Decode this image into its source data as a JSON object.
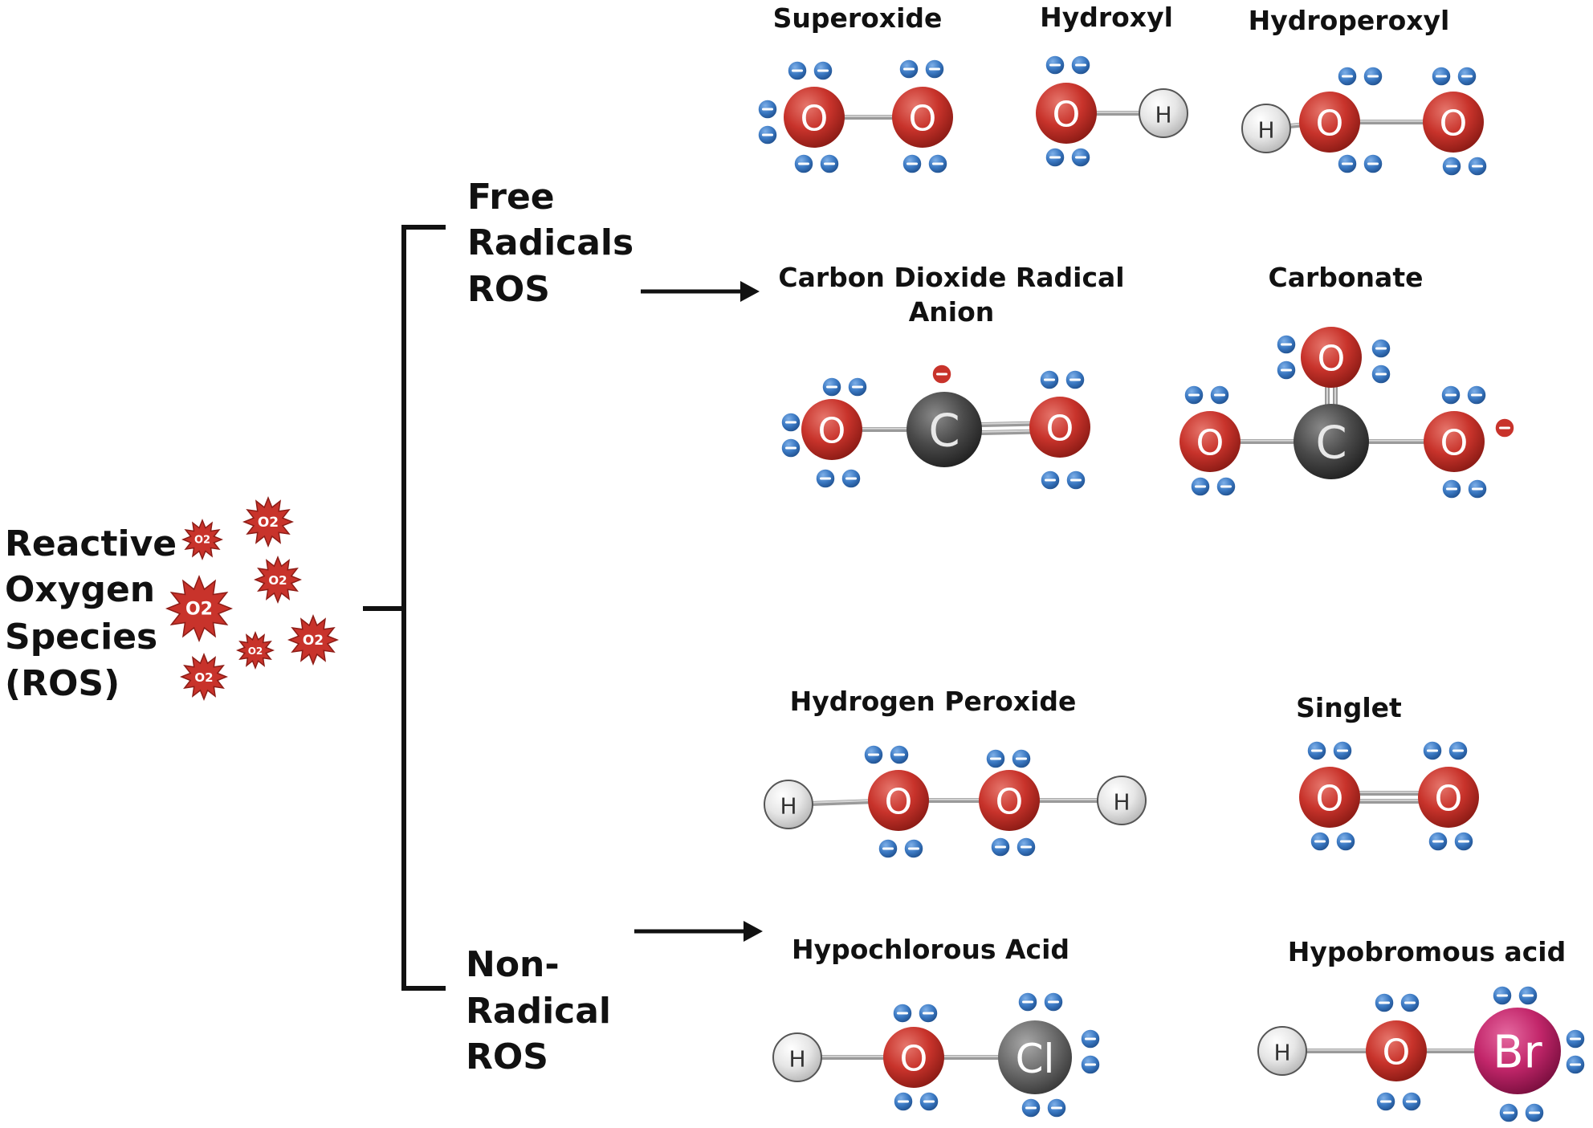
{
  "labels": {
    "ros": [
      "Reactive",
      "Oxygen",
      "Species",
      "(ROS)"
    ],
    "free_radicals": [
      "Free",
      "Radicals",
      "ROS"
    ],
    "non_radical": [
      "Non-",
      "Radical",
      "ROS"
    ]
  },
  "star_label": "O2",
  "colors": {
    "oxygen": "#c8332b",
    "carbon": "#4a4a4a",
    "hydrogen": "#e6e6e6",
    "chlorine": "#6d6d6d",
    "bromine": "#c2266a",
    "electron": "#3a78c2",
    "radical_electron": "#c8332b",
    "bond": "#9a9a9a",
    "line": "#111111",
    "star": "#c8332b"
  },
  "molecules": [
    {
      "name": "superoxide",
      "title": [
        "Superoxide"
      ],
      "atoms": [
        {
          "id": "a",
          "el": "O",
          "symbol": "O"
        },
        {
          "id": "b",
          "el": "O",
          "symbol": "O"
        }
      ]
    },
    {
      "name": "hydroxyl",
      "title": [
        "Hydroxyl"
      ],
      "atoms": [
        {
          "id": "a",
          "el": "O",
          "symbol": "O"
        },
        {
          "id": "b",
          "el": "H",
          "symbol": "H"
        }
      ]
    },
    {
      "name": "hydroperoxyl",
      "title": [
        "Hydroperoxyl"
      ],
      "atoms": [
        {
          "id": "a",
          "el": "H",
          "symbol": "H"
        },
        {
          "id": "b",
          "el": "O",
          "symbol": "O"
        },
        {
          "id": "c",
          "el": "O",
          "symbol": "O"
        }
      ]
    },
    {
      "name": "carbon-dioxide-radical-anion",
      "title": [
        "Carbon Dioxide Radical",
        "Anion"
      ],
      "atoms": [
        {
          "id": "a",
          "el": "O",
          "symbol": "O"
        },
        {
          "id": "b",
          "el": "C",
          "symbol": "C"
        },
        {
          "id": "c",
          "el": "O",
          "symbol": "O"
        }
      ]
    },
    {
      "name": "carbonate",
      "title": [
        "Carbonate"
      ],
      "atoms": [
        {
          "id": "a",
          "el": "O",
          "symbol": "O"
        },
        {
          "id": "b",
          "el": "C",
          "symbol": "C"
        },
        {
          "id": "c",
          "el": "O",
          "symbol": "O"
        },
        {
          "id": "d",
          "el": "O",
          "symbol": "O"
        }
      ]
    },
    {
      "name": "hydrogen-peroxide",
      "title": [
        "Hydrogen Peroxide"
      ],
      "atoms": [
        {
          "id": "a",
          "el": "H",
          "symbol": "H"
        },
        {
          "id": "b",
          "el": "O",
          "symbol": "O"
        },
        {
          "id": "c",
          "el": "O",
          "symbol": "O"
        },
        {
          "id": "d",
          "el": "H",
          "symbol": "H"
        }
      ]
    },
    {
      "name": "singlet",
      "title": [
        "Singlet"
      ],
      "atoms": [
        {
          "id": "a",
          "el": "O",
          "symbol": "O"
        },
        {
          "id": "b",
          "el": "O",
          "symbol": "O"
        }
      ]
    },
    {
      "name": "hypochlorous-acid",
      "title": [
        "Hypochlorous Acid"
      ],
      "atoms": [
        {
          "id": "a",
          "el": "H",
          "symbol": "H"
        },
        {
          "id": "b",
          "el": "O",
          "symbol": "O"
        },
        {
          "id": "c",
          "el": "Cl",
          "symbol": "Cl"
        }
      ]
    },
    {
      "name": "hypobromous-acid",
      "title": [
        "Hypobromous acid"
      ],
      "atoms": [
        {
          "id": "a",
          "el": "H",
          "symbol": "H"
        },
        {
          "id": "b",
          "el": "O",
          "symbol": "O"
        },
        {
          "id": "c",
          "el": "Br",
          "symbol": "Br"
        }
      ]
    }
  ]
}
